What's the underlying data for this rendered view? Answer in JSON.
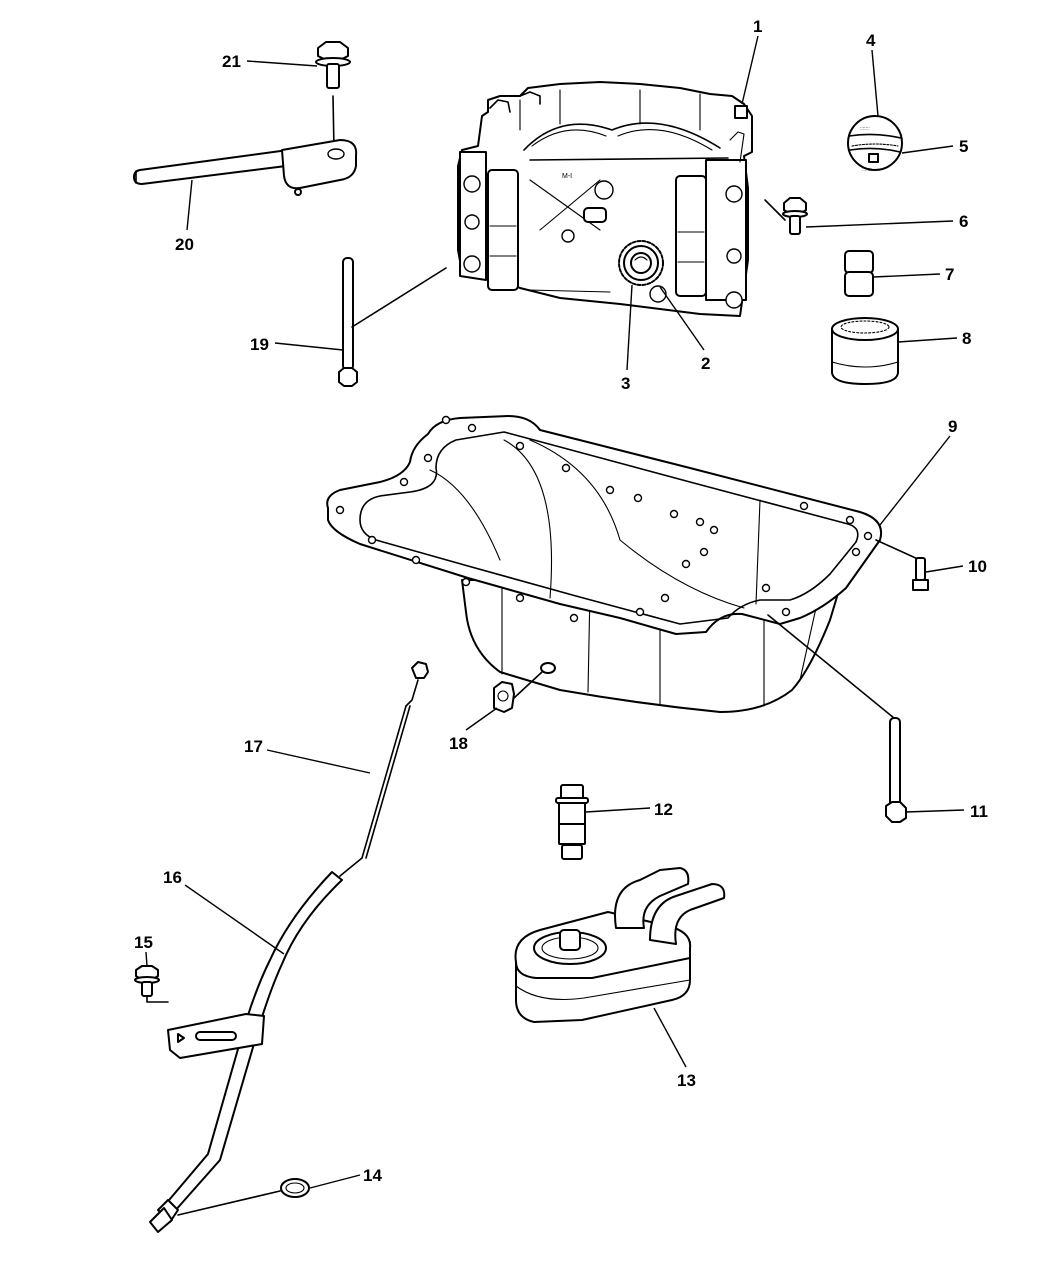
{
  "diagram": {
    "type": "exploded-parts-diagram",
    "subject": "Engine oil pan, balance shaft / oil pump module, oil filter, oil cooler and dipstick assembly",
    "callouts": [
      {
        "number": "1",
        "part": "balance-shaft-oil-pump-module"
      },
      {
        "number": "2",
        "part": "pump-drive-gear"
      },
      {
        "number": "3",
        "part": "gear-retaining-bolt"
      },
      {
        "number": "4",
        "part": "oil-filler-cap"
      },
      {
        "number": "5",
        "part": "filler-cap-seal"
      },
      {
        "number": "6",
        "part": "bolt"
      },
      {
        "number": "7",
        "part": "oil-filter-adapter-fitting"
      },
      {
        "number": "8",
        "part": "oil-filter"
      },
      {
        "number": "9",
        "part": "oil-pan"
      },
      {
        "number": "10",
        "part": "oil-pan-bolt"
      },
      {
        "number": "11",
        "part": "oil-pan-long-bolt"
      },
      {
        "number": "12",
        "part": "oil-cooler-connector"
      },
      {
        "number": "13",
        "part": "oil-cooler"
      },
      {
        "number": "14",
        "part": "o-ring"
      },
      {
        "number": "15",
        "part": "bracket-bolt"
      },
      {
        "number": "16",
        "part": "dipstick-tube"
      },
      {
        "number": "17",
        "part": "oil-dipstick"
      },
      {
        "number": "18",
        "part": "drain-plug"
      },
      {
        "number": "19",
        "part": "module-mounting-bolt"
      },
      {
        "number": "20",
        "part": "oil-pickup-tube"
      },
      {
        "number": "21",
        "part": "pickup-tube-bolt"
      }
    ]
  }
}
